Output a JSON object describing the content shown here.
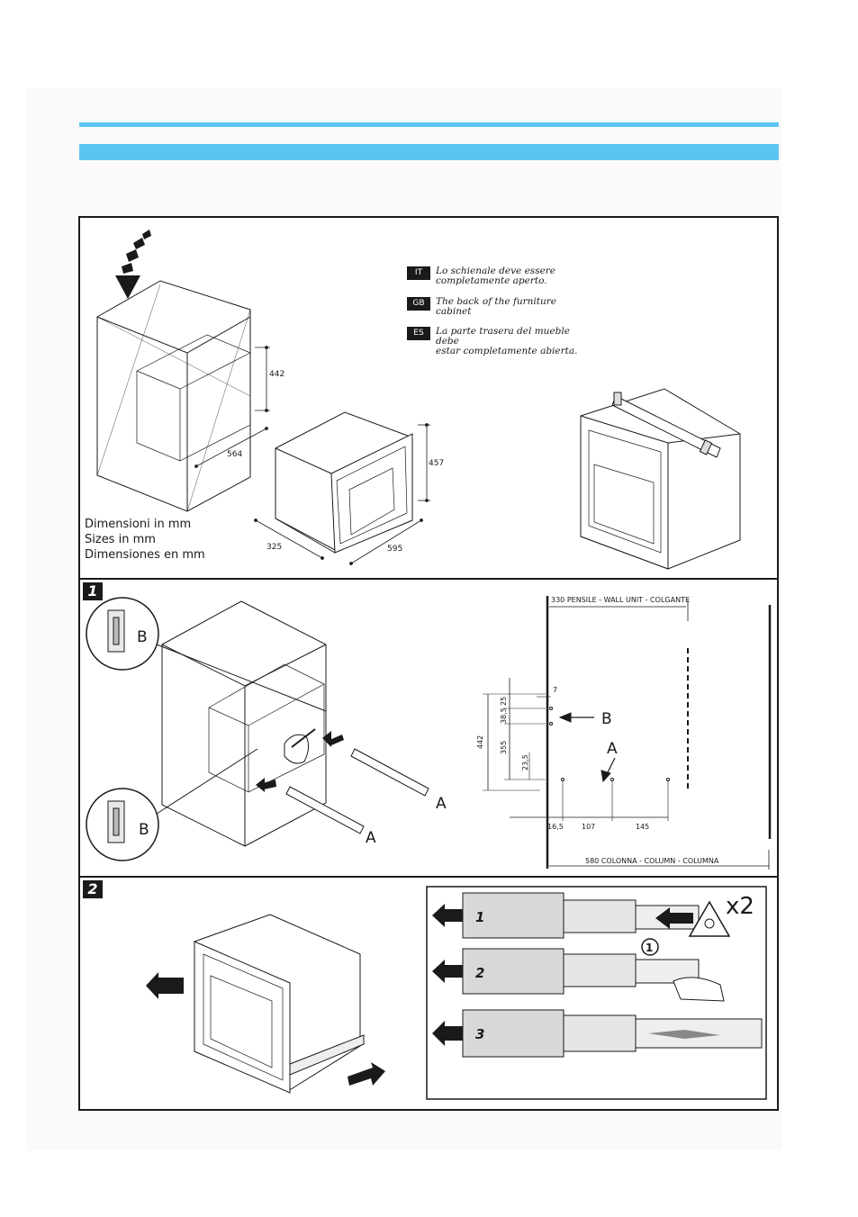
{
  "notes": [
    {
      "lang": "IT",
      "text": "Lo schienale deve essere\ncompletamente aperto."
    },
    {
      "lang": "GB",
      "text": "The back of the furniture cabinet"
    },
    {
      "lang": "ES",
      "text": "La parte trasera del mueble debe\nestar completamente abierta."
    }
  ],
  "dimensions_caption": [
    "Dimensioni in mm",
    "Sizes in mm",
    "Dimensiones en mm"
  ],
  "overview": {
    "niche_height": "442",
    "niche_depth": "564",
    "oven_height": "457",
    "oven_depth": "325",
    "oven_width": "595"
  },
  "steps": {
    "step1": "1",
    "step2": "2"
  },
  "step1": {
    "label_b": "B",
    "label_a": "A",
    "top_dim": "330 PENSILE - WALL UNIT - COLGANTE",
    "bottom_dim": "580  COLONNA - COLUMN - COLUMNA",
    "v_dims": [
      "442",
      "25",
      "38,5",
      "355",
      "23,5"
    ],
    "offset_7": "7",
    "h_dims": [
      "16,5",
      "107",
      "145"
    ]
  },
  "step2": {
    "multiplier": "x2",
    "rail_steps": [
      "1",
      "2",
      "3"
    ],
    "callout": "1"
  }
}
